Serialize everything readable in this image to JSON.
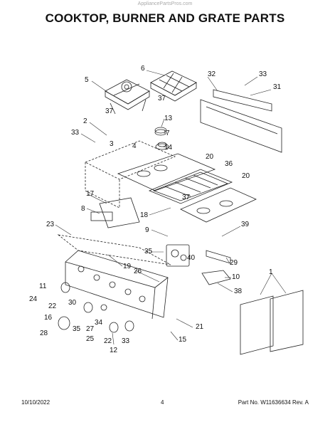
{
  "watermark": "AppliancePartsPros.com",
  "title": "COOKTOP, BURNER AND GRATE PARTS",
  "footer": {
    "date": "10/10/2022",
    "page": "4",
    "part": "Part No. W11636634  Rev. A"
  },
  "callouts": [
    {
      "id": "c1",
      "text": "1"
    },
    {
      "id": "c2",
      "text": "2"
    },
    {
      "id": "c3",
      "text": "3"
    },
    {
      "id": "c4",
      "text": "4"
    },
    {
      "id": "c5",
      "text": "5"
    },
    {
      "id": "c6",
      "text": "6"
    },
    {
      "id": "c7",
      "text": "7"
    },
    {
      "id": "c8",
      "text": "8"
    },
    {
      "id": "c9",
      "text": "9"
    },
    {
      "id": "c10",
      "text": "10"
    },
    {
      "id": "c11",
      "text": "11"
    },
    {
      "id": "c12",
      "text": "12"
    },
    {
      "id": "c13",
      "text": "13"
    },
    {
      "id": "c14",
      "text": "14"
    },
    {
      "id": "c15",
      "text": "15"
    },
    {
      "id": "c16",
      "text": "16"
    },
    {
      "id": "c17",
      "text": "17"
    },
    {
      "id": "c18",
      "text": "18"
    },
    {
      "id": "c19",
      "text": "19"
    },
    {
      "id": "c20a",
      "text": "20"
    },
    {
      "id": "c20b",
      "text": "20"
    },
    {
      "id": "c21",
      "text": "21"
    },
    {
      "id": "c22a",
      "text": "22"
    },
    {
      "id": "c22b",
      "text": "22"
    },
    {
      "id": "c23",
      "text": "23"
    },
    {
      "id": "c24",
      "text": "24"
    },
    {
      "id": "c25",
      "text": "25"
    },
    {
      "id": "c26",
      "text": "26"
    },
    {
      "id": "c27",
      "text": "27"
    },
    {
      "id": "c28",
      "text": "28"
    },
    {
      "id": "c29",
      "text": "29"
    },
    {
      "id": "c30",
      "text": "30"
    },
    {
      "id": "c31",
      "text": "31"
    },
    {
      "id": "c32",
      "text": "32"
    },
    {
      "id": "c33a",
      "text": "33"
    },
    {
      "id": "c33b",
      "text": "33"
    },
    {
      "id": "c33c",
      "text": "33"
    },
    {
      "id": "c34",
      "text": "34"
    },
    {
      "id": "c35a",
      "text": "35"
    },
    {
      "id": "c35b",
      "text": "35"
    },
    {
      "id": "c36",
      "text": "36"
    },
    {
      "id": "c37a",
      "text": "37"
    },
    {
      "id": "c37b",
      "text": "37"
    },
    {
      "id": "c37c",
      "text": "37"
    },
    {
      "id": "c38",
      "text": "38"
    },
    {
      "id": "c39",
      "text": "39"
    },
    {
      "id": "c40",
      "text": "40"
    }
  ]
}
